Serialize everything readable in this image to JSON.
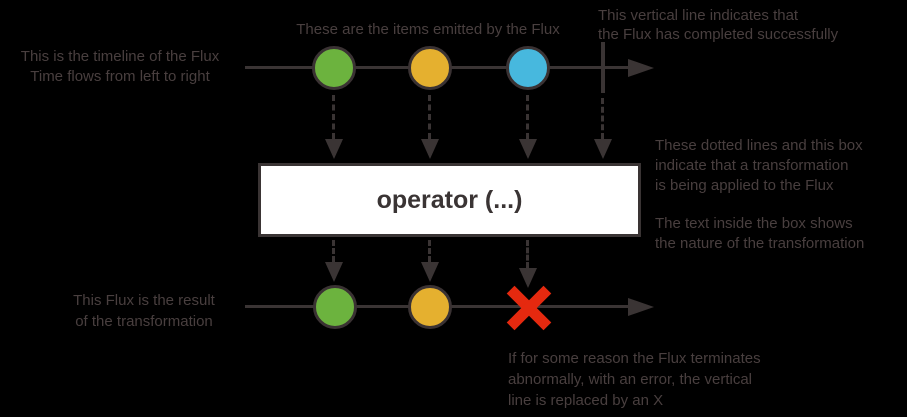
{
  "colors": {
    "background": "#000000",
    "line": "#3a3434",
    "text": "#493f3f",
    "marble_border": "#3a3233",
    "marble_green": "#6cb33e",
    "marble_yellow": "#e5b02f",
    "marble_blue": "#47b8de",
    "error_red": "#e5290f",
    "box_fill": "#ffffff",
    "box_text": "#3a3434"
  },
  "annotations": {
    "timeline": {
      "lines": [
        "This is the timeline of the Flux",
        "Time flows from left to right"
      ]
    },
    "items": {
      "lines": [
        "These are the items emitted by the Flux"
      ]
    },
    "complete": {
      "lines": [
        "This vertical line indicates that",
        "the Flux has completed successfully"
      ]
    },
    "transform": {
      "lines": [
        "These dotted lines and this box",
        "indicate that a transformation",
        "is being applied to the Flux"
      ]
    },
    "box_text": {
      "lines": [
        "The text inside the box shows",
        "the nature of the transformation"
      ]
    },
    "result": {
      "lines": [
        "This Flux is the result",
        "of the transformation"
      ]
    },
    "error": {
      "lines": [
        "If for some reason the Flux terminates",
        "abnormally, with an error, the vertical",
        "line is replaced by an X"
      ]
    }
  },
  "operator": {
    "label": "operator (...)"
  },
  "timelines": {
    "source": {
      "marbles": [
        "green",
        "yellow",
        "blue"
      ],
      "terminal": "complete"
    },
    "result": {
      "marbles": [
        "green",
        "yellow"
      ],
      "terminal": "error"
    }
  }
}
